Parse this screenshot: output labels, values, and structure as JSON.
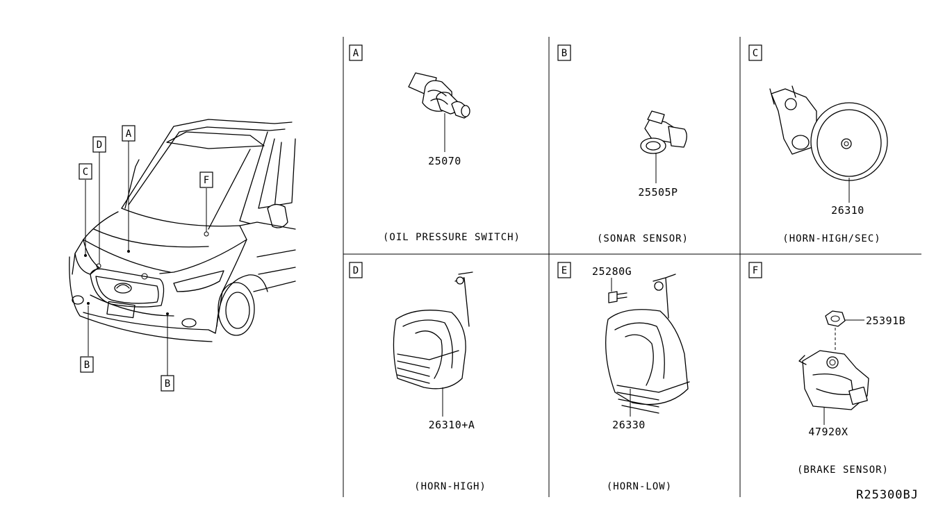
{
  "diagram_code": "R25300BJ",
  "car_callouts": [
    "A",
    "B",
    "B",
    "C",
    "D",
    "F"
  ],
  "panels": [
    {
      "letter": "A",
      "part_number": "25070",
      "caption": "(OIL PRESSURE SWITCH)"
    },
    {
      "letter": "B",
      "part_number": "25505P",
      "caption": "(SONAR SENSOR)"
    },
    {
      "letter": "C",
      "part_number": "26310",
      "caption": "(HORN-HIGH/SEC)"
    },
    {
      "letter": "D",
      "part_number": "26310+A",
      "caption": "(HORN-HIGH)"
    },
    {
      "letter": "E",
      "part_number": "26330",
      "part_number_2": "25280G",
      "caption": "(HORN-LOW)"
    },
    {
      "letter": "F",
      "part_number": "47920X",
      "part_number_2": "25391B",
      "caption": "(BRAKE SENSOR)"
    }
  ]
}
